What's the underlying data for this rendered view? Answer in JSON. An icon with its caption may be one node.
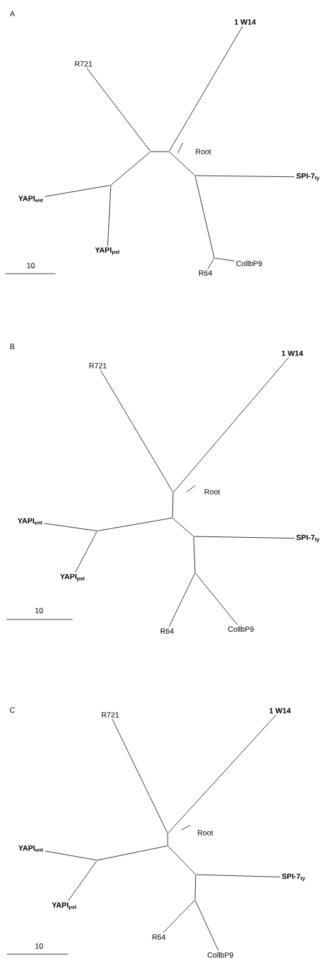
{
  "diagram": {
    "nodes": [
      {
        "text": [
          "R721"
        ]
      },
      {
        "text": [
          "1 W14"
        ]
      },
      {
        "text": [
          "YAPI$_{ent}$"
        ]
      },
      {
        "text": [
          "SPI-7$_{ty}$"
        ]
      },
      {
        "text": [
          "YAPI$_{pst}$"
        ]
      },
      {
        "text": [
          "R64"
        ]
      },
      {
        "text": [
          "CollbP9"
        ]
      },
      {
        "text": [],
        "shape": "point"
      },
      {
        "text": [],
        "shape": "point"
      },
      {
        "text": [],
        "shape": "point"
      },
      {
        "text": [],
        "shape": "point"
      },
      {
        "text": [],
        "shape": "point"
      },
      {
        "text": [
          "R721"
        ]
      },
      {
        "text": [
          "1 W14"
        ]
      },
      {
        "text": [
          "YAPI$_{ent}$"
        ]
      },
      {
        "text": [
          "SPI-7$_{ty}$"
        ]
      },
      {
        "text": [
          "YAPI$_{pst}$"
        ]
      },
      {
        "text": [
          "R64"
        ]
      },
      {
        "text": [
          "CollbP9"
        ]
      },
      {
        "text": [],
        "shape": "point"
      },
      {
        "text": [],
        "shape": "point"
      },
      {
        "text": [],
        "shape": "point"
      },
      {
        "text": [],
        "shape": "point"
      },
      {
        "text": [],
        "shape": "point"
      },
      {
        "text": [
          "R721"
        ]
      },
      {
        "text": [
          "1 W14"
        ]
      },
      {
        "text": [
          "YAPI$_{ent}$"
        ]
      },
      {
        "text": [
          "SPI-7$_{ty}$"
        ]
      },
      {
        "text": [
          "YAPI$_{pst}$"
        ]
      },
      {
        "text": [
          "R64"
        ]
      },
      {
        "text": [
          "CollbP9"
        ]
      },
      {
        "text": [],
        "shape": "point"
      },
      {
        "text": [],
        "shape": "point"
      },
      {
        "text": [],
        "shape": "point"
      },
      {
        "text": [],
        "shape": "point"
      },
      {
        "text": [],
        "shape": "point"
      }
    ],
    "edges": [
      {
        "from": 7,
        "to": 0,
        "arrow": "none"
      },
      {
        "from": 7,
        "to": 8,
        "arrow": "none"
      },
      {
        "from": 7,
        "to": 9,
        "arrow": "none"
      },
      {
        "from": 8,
        "to": 1,
        "arrow": "none"
      },
      {
        "from": 8,
        "to": 10,
        "arrow": "none"
      },
      {
        "from": 9,
        "to": 2,
        "arrow": "none"
      },
      {
        "from": 9,
        "to": 4,
        "arrow": "none"
      },
      {
        "from": 10,
        "to": 3,
        "arrow": "none"
      },
      {
        "from": 10,
        "to": 11,
        "arrow": "none"
      },
      {
        "from": 11,
        "to": 5,
        "arrow": "none"
      },
      {
        "from": 11,
        "to": 6,
        "arrow": "none"
      },
      {
        "from": 19,
        "to": 12,
        "arrow": "none"
      },
      {
        "from": 19,
        "to": 13,
        "arrow": "none"
      },
      {
        "from": 19,
        "to": 20,
        "arrow": "none"
      },
      {
        "from": 20,
        "to": 21,
        "arrow": "none"
      },
      {
        "from": 20,
        "to": 22,
        "arrow": "none"
      },
      {
        "from": 21,
        "to": 14,
        "arrow": "none"
      },
      {
        "from": 21,
        "to": 16,
        "arrow": "none"
      },
      {
        "from": 22,
        "to": 15,
        "arrow": "none"
      },
      {
        "from": 22,
        "to": 23,
        "arrow": "none"
      },
      {
        "from": 23,
        "to": 17,
        "arrow": "none"
      },
      {
        "from": 23,
        "to": 18,
        "arrow": "none"
      },
      {
        "from": 31,
        "to": 24,
        "arrow": "none"
      },
      {
        "from": 31,
        "to": 25,
        "arrow": "none"
      },
      {
        "from": 31,
        "to": 32,
        "arrow": "none"
      },
      {
        "from": 32,
        "to": 33,
        "arrow": "none"
      },
      {
        "from": 32,
        "to": 34,
        "arrow": "none"
      },
      {
        "from": 33,
        "to": 26,
        "arrow": "none"
      },
      {
        "from": 33,
        "to": 28,
        "arrow": "none"
      },
      {
        "from": 34,
        "to": 27,
        "arrow": "none"
      },
      {
        "from": 34,
        "to": 35,
        "arrow": "none"
      },
      {
        "from": 35,
        "to": 29,
        "arrow": "none"
      },
      {
        "from": 35,
        "to": 30,
        "arrow": "none"
      }
    ],
    "labels": [
      "A",
      "Root",
      "10",
      "B",
      "Root",
      "10",
      "C",
      "Root",
      "10"
    ]
  }
}
